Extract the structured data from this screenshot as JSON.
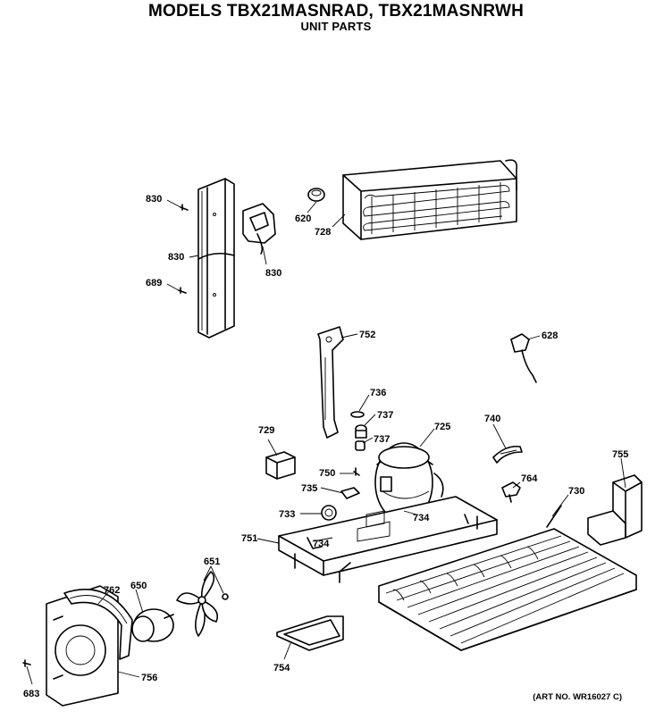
{
  "header": {
    "title": "MODELS TBX21MASNRAD, TBX21MASNRWH",
    "subtitle": "UNIT PARTS"
  },
  "footer": {
    "art_no": "(ART NO. WR16027 C)"
  },
  "callouts": {
    "c830a": "830",
    "c830b": "830",
    "c830c": "830",
    "c689": "689",
    "c620": "620",
    "c728": "728",
    "c752": "752",
    "c628": "628",
    "c736": "736",
    "c737a": "737",
    "c737b": "737",
    "c725": "725",
    "c729": "729",
    "c740": "740",
    "c755": "755",
    "c750": "750",
    "c735": "735",
    "c764": "764",
    "c730": "730",
    "c733": "733",
    "c734a": "734",
    "c734b": "734",
    "c751": "751",
    "c651": "651",
    "c762": "762",
    "c650": "650",
    "c756": "756",
    "c754": "754",
    "c683": "683"
  }
}
